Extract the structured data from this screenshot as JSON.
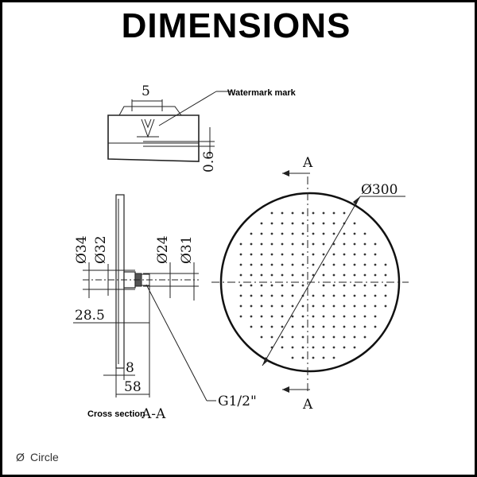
{
  "title": "DIMENSIONS",
  "top_view": {
    "dim_5": "5",
    "dim_06": "0.6",
    "watermark_label": "Watermark mark"
  },
  "side_view": {
    "d34": "Ø34",
    "d32": "Ø32",
    "d24": "Ø24",
    "d31": "Ø31",
    "dim_285": "28.5",
    "dim_8": "8",
    "dim_58": "58",
    "thread_label": "G1/2\"",
    "section_label": "Cross section",
    "section_id": "A-A"
  },
  "front_view": {
    "diameter": "Ø300",
    "section_top": "A",
    "section_bottom": "A"
  },
  "legend": {
    "symbol": "Ø",
    "text": "Circle"
  }
}
